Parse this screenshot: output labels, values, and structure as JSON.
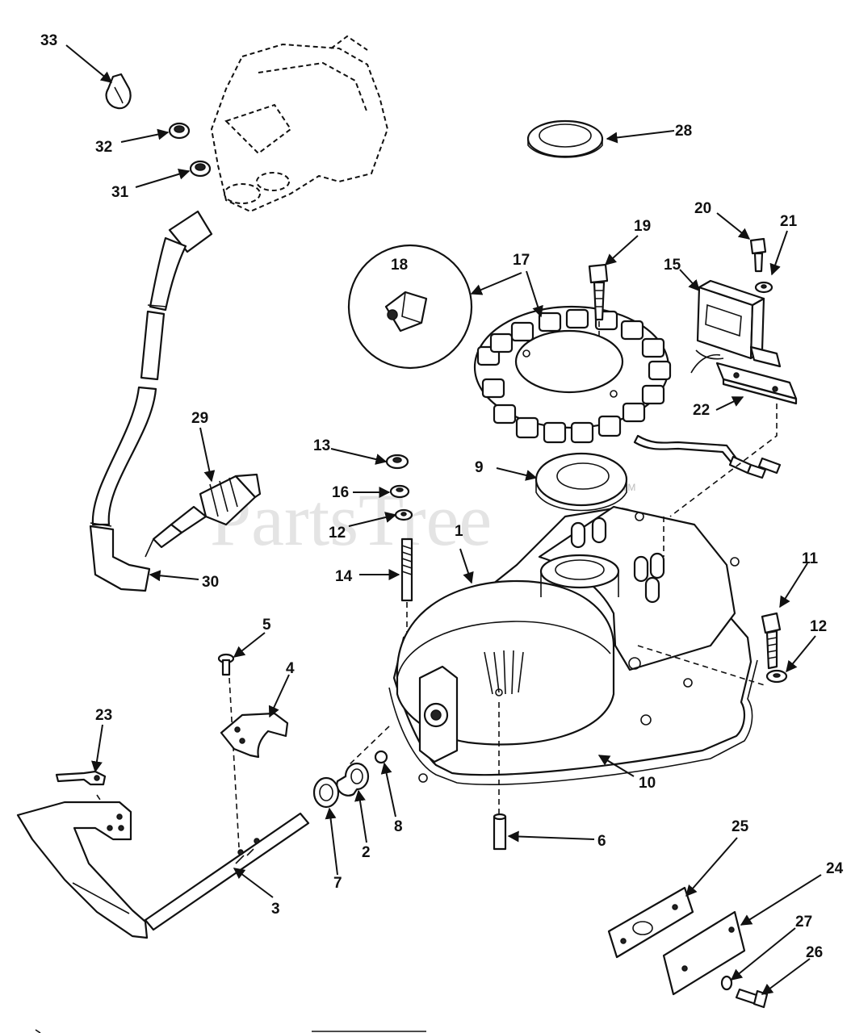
{
  "diagram": {
    "watermark": "PartsTree",
    "watermark_mark": "TM",
    "callouts": [
      "1",
      "2",
      "3",
      "4",
      "5",
      "6",
      "7",
      "8",
      "9",
      "10",
      "11",
      "12",
      "12",
      "13",
      "14",
      "15",
      "16",
      "17",
      "18",
      "19",
      "20",
      "21",
      "22",
      "23",
      "24",
      "25",
      "26",
      "27",
      "28",
      "29",
      "30",
      "31",
      "32",
      "33"
    ]
  }
}
